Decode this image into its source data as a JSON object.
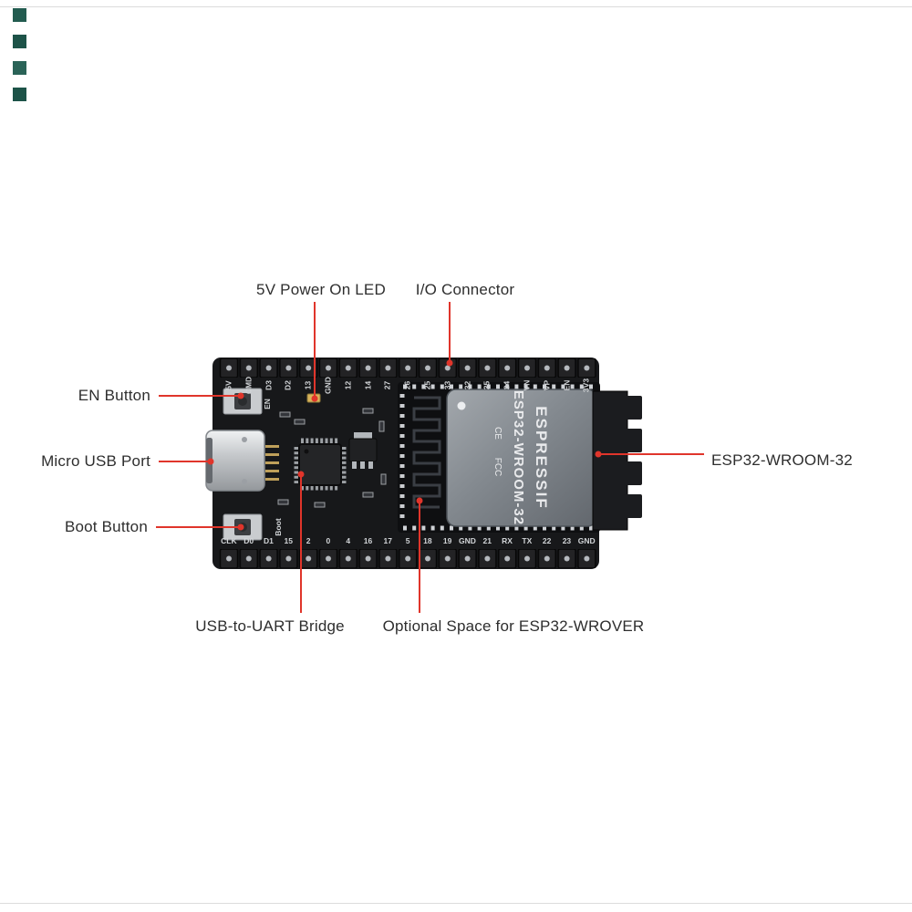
{
  "page": {
    "background": "#ffffff",
    "accent_color": "#e0352b",
    "thumb_color": "#235c50"
  },
  "annotations": {
    "power_led": "5V Power On LED",
    "io_connector": "I/O Connector",
    "en_button": "EN Button",
    "micro_usb": "Micro USB Port",
    "boot_button": "Boot Button",
    "esp32_module": "ESP32-WROOM-32",
    "uart_bridge": "USB-to-UART Bridge",
    "wrover_space": "Optional Space for ESP32-WROVER"
  },
  "board": {
    "top_pins": [
      "5V",
      "CMD",
      "D3",
      "D2",
      "13",
      "GND",
      "12",
      "14",
      "27",
      "26",
      "25",
      "33",
      "32",
      "35",
      "34",
      "VN",
      "VP",
      "EN",
      "3V3"
    ],
    "bottom_pins": [
      "CLK",
      "D0",
      "D1",
      "15",
      "2",
      "0",
      "4",
      "16",
      "17",
      "5",
      "18",
      "19",
      "GND",
      "21",
      "RX",
      "TX",
      "22",
      "23",
      "GND"
    ],
    "en_silk": "EN",
    "boot_silk": "Boot",
    "module": {
      "brand": "ESPRESSIF",
      "model": "ESP32-WROOM-32",
      "ce_mark": "CE",
      "fcc_mark": "FCC"
    }
  }
}
